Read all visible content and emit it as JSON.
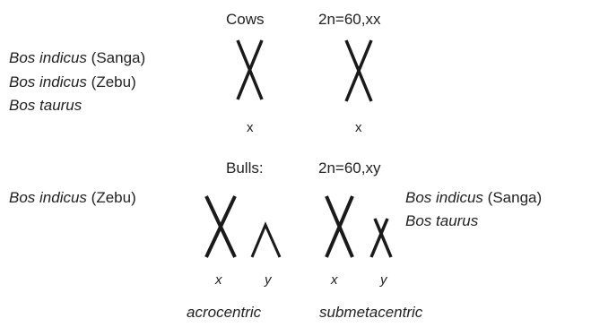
{
  "cows": {
    "heading": "Cows",
    "karyotype": "2n=60,xx",
    "species": [
      {
        "name": "Bos indicus",
        "qualifier": " (Sanga)"
      },
      {
        "name": "Bos indicus",
        "qualifier": " (Zebu)"
      },
      {
        "name": "Bos taurus",
        "qualifier": ""
      }
    ],
    "chromosome_labels": [
      "x",
      "x"
    ]
  },
  "bulls": {
    "heading": "Bulls:",
    "karyotype": "2n=60,xy",
    "left_species": [
      {
        "name": "Bos indicus",
        "qualifier": " (Zebu)"
      }
    ],
    "right_species": [
      {
        "name": "Bos indicus",
        "qualifier": " (Sanga)"
      },
      {
        "name": "Bos taurus",
        "qualifier": ""
      }
    ],
    "chromosome_labels": [
      "x",
      "y",
      "x",
      "y"
    ],
    "y_chromosome_types": [
      "acrocentric",
      "submetacentric"
    ]
  }
}
